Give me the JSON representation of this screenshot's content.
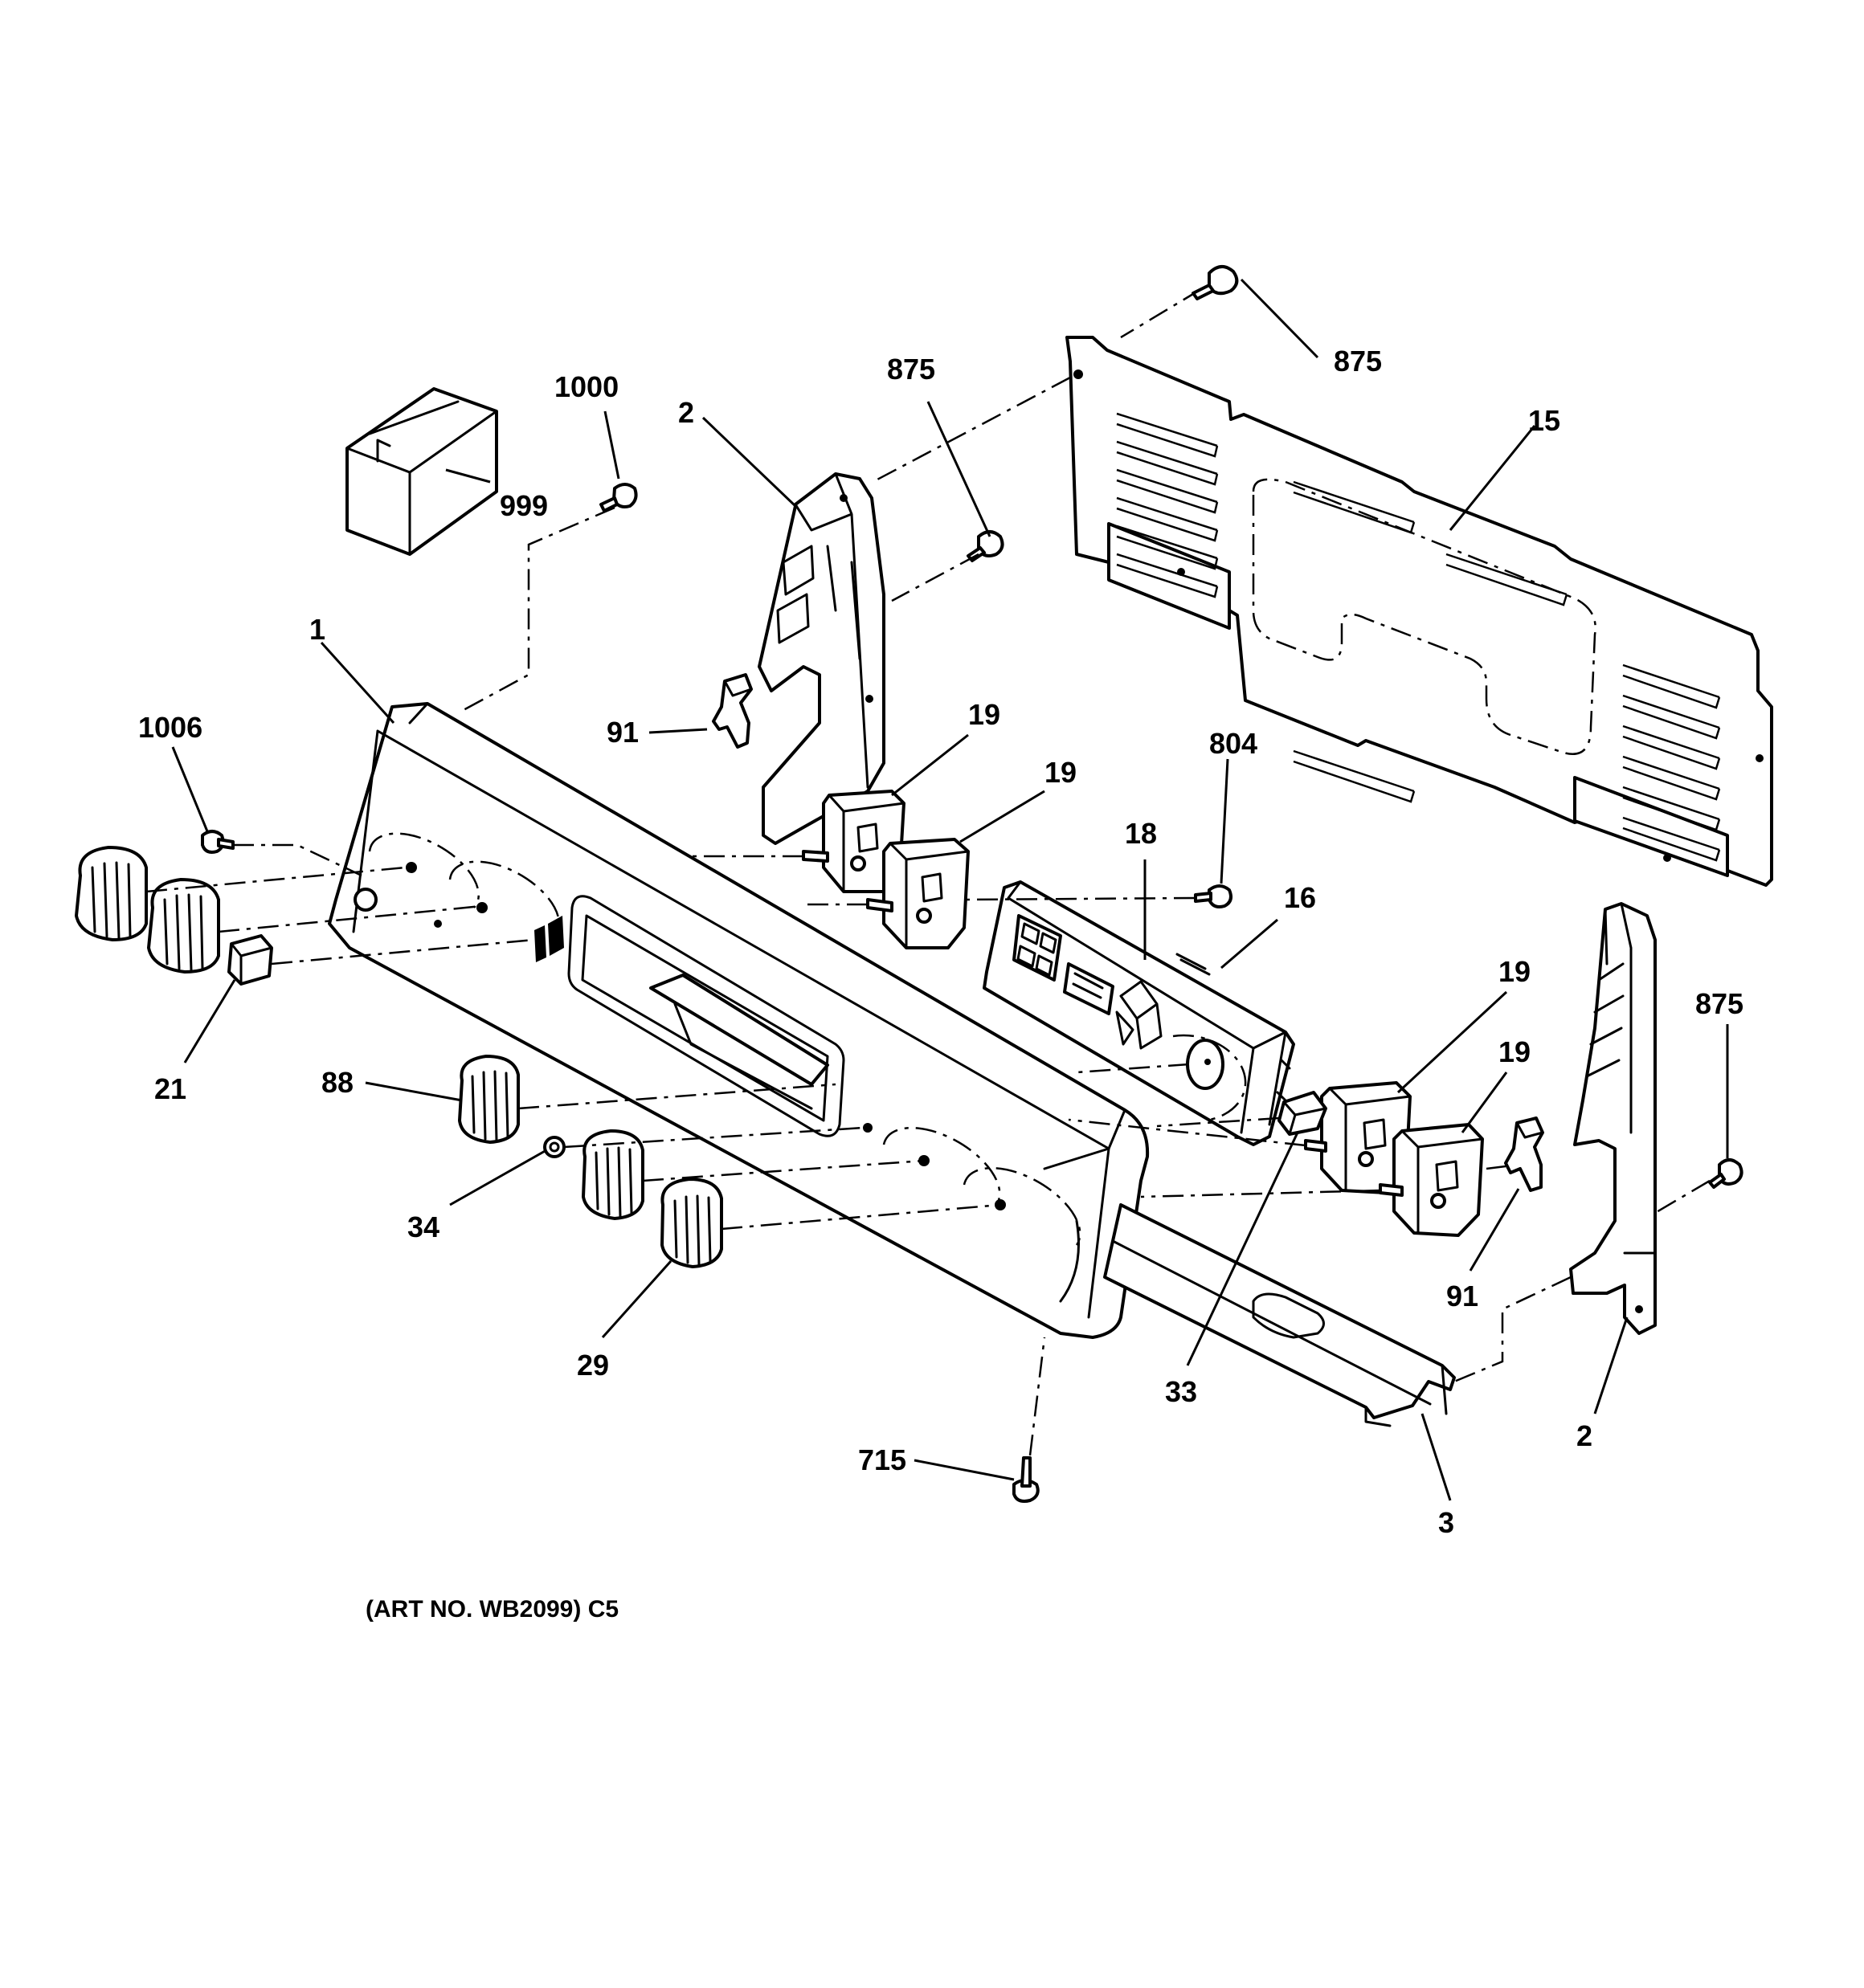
{
  "diagram": {
    "caption": "(ART NO. WB2099) C5",
    "callouts": {
      "c1000": "1000",
      "c999": "999",
      "c2_top": "2",
      "c875_mid": "875",
      "c875_top": "875",
      "c15": "15",
      "c1": "1",
      "c1006": "1006",
      "c91_left": "91",
      "c19_a": "19",
      "c19_b": "19",
      "c804": "804",
      "c18": "18",
      "c16": "16",
      "c21": "21",
      "c88": "88",
      "c34": "34",
      "c29": "29",
      "c19_c": "19",
      "c19_d": "19",
      "c875_right": "875",
      "c91_right": "91",
      "c33": "33",
      "c2_right": "2",
      "c715": "715",
      "c3": "3"
    }
  }
}
